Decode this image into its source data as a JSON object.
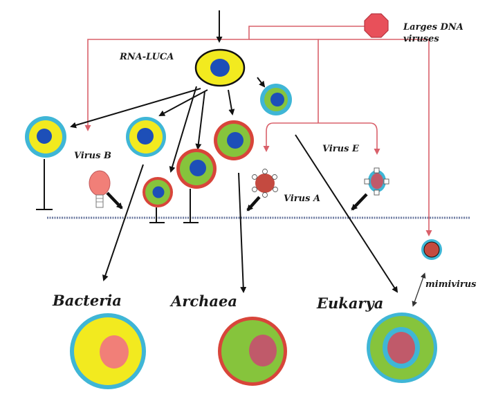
{
  "labels": {
    "rna_luca": "RNA-LUCA",
    "large_dna_viruses_line1": "Larges DNA",
    "large_dna_viruses_line2": "viruses",
    "virus_b": "Virus B",
    "virus_e": "Virus E",
    "virus_a": "Virus A",
    "mimivirus": "mimivirus",
    "bacteria": "Bacteria",
    "archaea": "Archaea",
    "eukarya": "Eukarya"
  },
  "colors": {
    "black_arrow": "#111111",
    "red_line": "#d9606a",
    "membrane_line": "#6c7aa0",
    "blue_rim": "#3fb6d6",
    "red_rim": "#d8453a",
    "yellow": "#f2ea1f",
    "green": "#86c43c",
    "nucleus_blue": "#1d4fb8",
    "nucleus_pink": "#f17f78",
    "nucleus_rose": "#c05a6a",
    "virus_red": "#e8505a"
  }
}
